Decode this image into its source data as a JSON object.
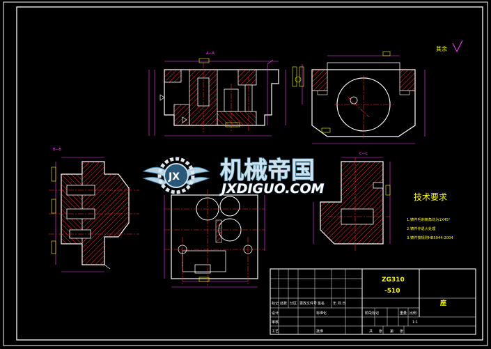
{
  "drawing": {
    "roughness_note": "其余",
    "section_labels": {
      "aa": "A—A",
      "bb": "B—B",
      "cc": "C—C"
    }
  },
  "technical_requirements": {
    "title": "技术要求",
    "items": [
      "1.铸件毛刺倒角均为1X45°",
      "2.铸件作退火处理",
      "3.铸件按规则HB5944-2004"
    ]
  },
  "title_block": {
    "drawing_number": "ZG310",
    "drawing_code": "-510",
    "part_name": "座",
    "scale": "1:1",
    "headers": [
      "标记",
      "处数",
      "分区",
      "更改文件号",
      "签名",
      "年.月.日"
    ],
    "roles": {
      "design": "设计",
      "standard": "标准化",
      "review": "审核",
      "process": "工艺",
      "approve": "批准"
    },
    "stage_headers": [
      "阶段标记",
      "重量",
      "比例"
    ],
    "sheet_headers": [
      "共",
      "张",
      "第",
      "张"
    ]
  },
  "watermark": {
    "cn": "机械帝国",
    "en": "JXDIGUO.COM",
    "logo": "JX"
  },
  "colors": {
    "outline": "#ffffff",
    "hatch": "#ff3030",
    "centerline": "#ff3030",
    "dimension": "#ff40ff",
    "text": "#ffff00",
    "hidden": "#00ffff"
  }
}
